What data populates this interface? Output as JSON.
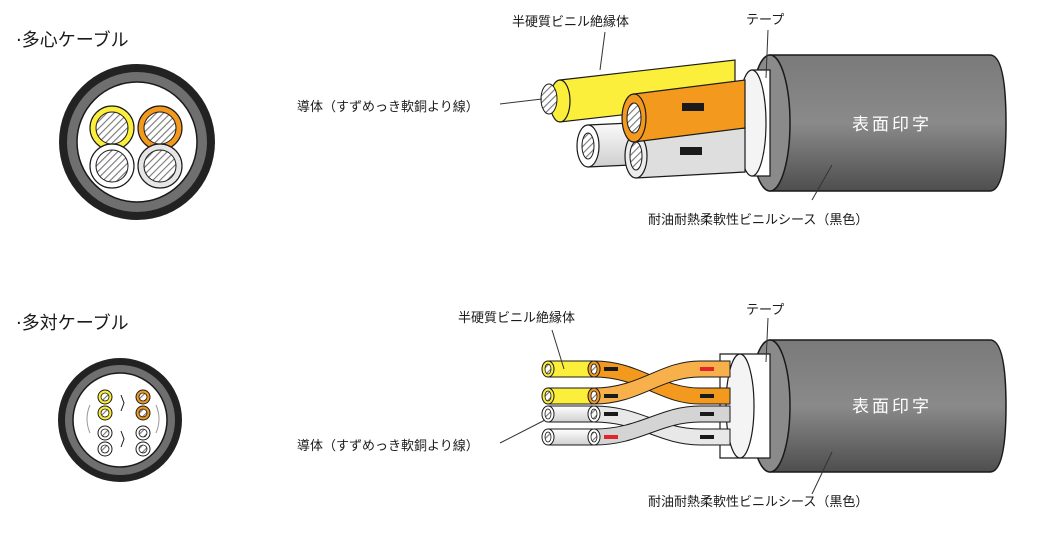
{
  "sections": [
    {
      "title": "·多心ケーブル",
      "labels": {
        "insulation": "半硬質ビニル絶縁体",
        "tape": "テープ",
        "conductor": "導体（すずめっき軟銅より線）",
        "surface_print": "表面印字",
        "sheath": "耐油耐熱柔軟性ビニルシース（黒色）"
      }
    },
    {
      "title": "·多対ケーブル",
      "labels": {
        "insulation": "半硬質ビニル絶縁体",
        "tape": "テープ",
        "conductor": "導体（すずめっき軟銅より線）",
        "surface_print": "表面印字",
        "sheath": "耐油耐熱柔軟性ビニルシース（黒色）"
      }
    }
  ],
  "colors": {
    "sheath": "#6e6e6e",
    "sheath_dark": "#3a3a3a",
    "yellow": "#fbef3c",
    "orange": "#f39a1e",
    "white_core": "#f2f2f2",
    "gray_core": "#dcdcdc",
    "marker_black": "#1a1a1a",
    "marker_red": "#e0262a",
    "outline": "#1a1a1a"
  }
}
